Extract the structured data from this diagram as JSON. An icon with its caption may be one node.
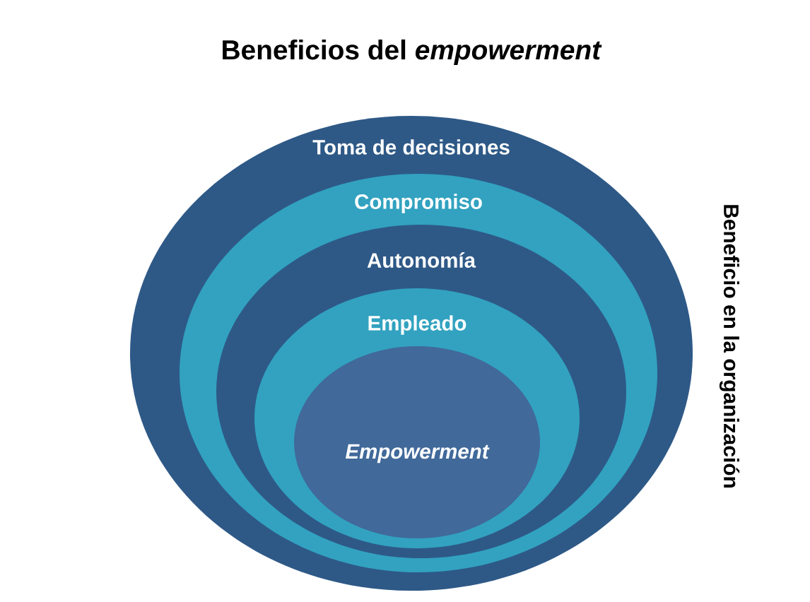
{
  "diagram": {
    "title": "Beneficios del *empowerment*",
    "nodes": [
      {
        "text": [
          "Toma de decisiones"
        ]
      },
      {
        "text": [
          "Compromiso"
        ],
        "in": 0
      },
      {
        "text": [
          "Autonomía"
        ],
        "in": 1
      },
      {
        "text": [
          "Empleado"
        ],
        "in": 2
      },
      {
        "text": [
          "Empowerment"
        ],
        "in": 3
      }
    ],
    "labels": [
      "Beneficio en la organización"
    ]
  }
}
